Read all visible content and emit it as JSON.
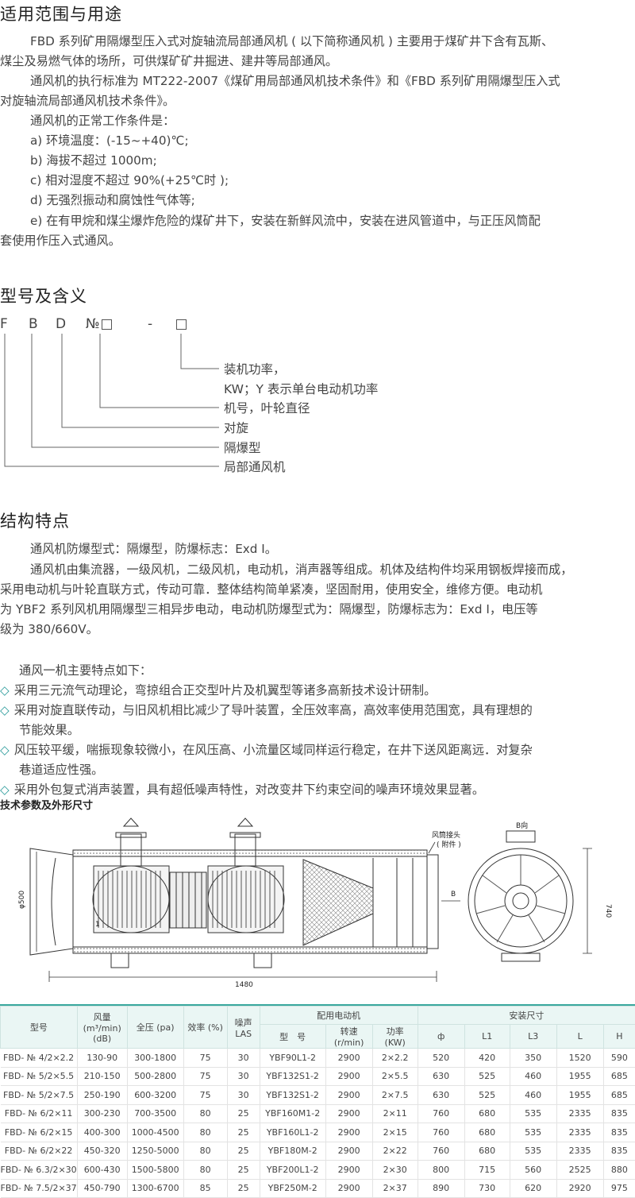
{
  "section1": {
    "title": "适用范围与用途",
    "p1_l1": "FBD 系列矿用隔爆型压入式对旋轴流局部通风机 ( 以下简称通风机 ) 主要用于煤矿井下含有瓦斯、",
    "p1_l2": "煤尘及易燃气体的场所，可供煤矿矿井掘进、建井等局部通风。",
    "p2_l1": "通风机的执行标准为 MT222-2007《煤矿用局部通风机技术条件》和《FBD 系列矿用隔爆型压入式",
    "p2_l2": "对旋轴流局部通风机技术条件》。",
    "p3": "通风机的正常工作条件是：",
    "ca": "a) 环境温度：(-15~+40)℃;",
    "cb": "b) 海拔不超过 1000m;",
    "cc": "c) 相对湿度不超过 90%(+25℃时 );",
    "cd": "d) 无强烈振动和腐蚀性气体等;",
    "ce_l1": "e) 在有甲烷和煤尘爆炸危险的煤矿井下，安装在新鲜风流中，安装在进风管道中，与正压风筒配",
    "ce_l2": "套使用作压入式通风。"
  },
  "section2": {
    "title": "型号及含义",
    "code_f": "F",
    "code_b": "B",
    "code_d": "D",
    "code_no": "№",
    "code_dash": "-",
    "l_power1": "装机功率，",
    "l_power2": "KW；Y 表示单台电动机功率",
    "l_size": "机号，叶轮直径",
    "l_contra": "对旋",
    "l_explosion": "隔爆型",
    "l_local": "局部通风机"
  },
  "section3": {
    "title": "结构特点",
    "p1": "通风机防爆型式：隔爆型，防爆标志：Exd Ⅰ。",
    "p2_l1": "通风机由集流器，一级风机，二级风机，电动机，消声器等组成。机体及结构件均采用钢板焊接而成，",
    "p2_l2": "采用电动机与叶轮直联方式，传动可靠．整体结构简单紧凑，坚固耐用，使用安全，维修方便。电动机",
    "p2_l3": "为 YBF2 系列风机用隔爆型三相异步电动，电动机防爆型式为：隔爆型，防爆标志为：Exd Ⅰ，电压等",
    "p2_l4": "级为 380/660V。",
    "features_intro": "通风一机主要特点如下：",
    "f1": "采用三元流气动理论，弯掠组合正交型叶片及机翼型等诸多高新技术设计研制。",
    "f2_l1": "采用对旋直联传动，与旧风机相比减少了导叶装置，全压效率高，高效率使用范围宽，具有理想的",
    "f2_l2": "节能效果。",
    "f3_l1": "风压较平缓，喘振现象较微小，在风压高、小流量区域同样运行稳定，在井下送风距离远．对复杂",
    "f3_l2": "巷道适应性强。",
    "f4": "采用外包复式消声装置，具有超低噪声特性，对改变井下约束空间的噪声环境效果显著。",
    "diamond": "◇"
  },
  "section4": {
    "title": "技术参数及外形尺寸",
    "dim_phi500": "φ500",
    "dim_1480": "1480",
    "dim_740": "740",
    "label_connector": "风筒接头",
    "label_attach": "( 附件 )",
    "label_b": "B",
    "label_b_dir": "B向",
    "label_1": "1"
  },
  "table": {
    "h_model": "型号",
    "h_air1": "风量",
    "h_air2": "(m³/min)",
    "h_air3": "(dB)",
    "h_pressure": "全压 (pa)",
    "h_eff": "效率 (%)",
    "h_noise1": "噪声",
    "h_noise2": "LAS",
    "h_motor": "配用电动机",
    "h_motor_model": "型　号",
    "h_speed1": "转速",
    "h_speed2": "(r/min)",
    "h_power1": "功率",
    "h_power2": "(KW)",
    "h_install": "安装尺寸",
    "h_phi": "ф",
    "h_l1": "L1",
    "h_l3": "L3",
    "h_l": "L",
    "h_h": "H",
    "rows": [
      [
        "FBD- № 4/2×2.2",
        "130-90",
        "300-1800",
        "75",
        "30",
        "YBF90L1-2",
        "2900",
        "2×2.2",
        "520",
        "420",
        "350",
        "1520",
        "590"
      ],
      [
        "FBD- № 5/2×5.5",
        "210-150",
        "500-2800",
        "75",
        "30",
        "YBF132S1-2",
        "2900",
        "2×5.5",
        "630",
        "525",
        "460",
        "1955",
        "685"
      ],
      [
        "FBD- № 5/2×7.5",
        "250-190",
        "600-3200",
        "75",
        "30",
        "YBF132S1-2",
        "2900",
        "2×7.5",
        "630",
        "525",
        "460",
        "1955",
        "685"
      ],
      [
        "FBD- № 6/2×11",
        "300-230",
        "700-3500",
        "80",
        "25",
        "YBF160M1-2",
        "2900",
        "2×11",
        "760",
        "680",
        "535",
        "2335",
        "835"
      ],
      [
        "FBD- № 6/2×15",
        "400-300",
        "1000-4500",
        "80",
        "25",
        "YBF160L1-2",
        "2900",
        "2×15",
        "760",
        "680",
        "535",
        "2335",
        "835"
      ],
      [
        "FBD- № 6/2×22",
        "450-320",
        "1250-5000",
        "80",
        "25",
        "YBF180M-2",
        "2900",
        "2×22",
        "760",
        "680",
        "535",
        "2335",
        "835"
      ],
      [
        "FBD- № 6.3/2×30",
        "600-430",
        "1500-5800",
        "80",
        "25",
        "YBF200L1-2",
        "2900",
        "2×30",
        "800",
        "715",
        "560",
        "2525",
        "880"
      ],
      [
        "FBD- № 7.5/2×37",
        "450-790",
        "1300-6700",
        "85",
        "25",
        "YBF250M-2",
        "2900",
        "2×37",
        "890",
        "730",
        "620",
        "2920",
        "975"
      ]
    ]
  }
}
